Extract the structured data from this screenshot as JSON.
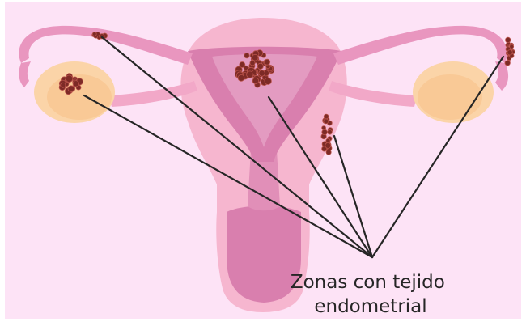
{
  "diagram": {
    "colors": {
      "background": "#fde3f6",
      "uterus_outer": "#f6b6cf",
      "uterus_inner": "#d97fae",
      "tube": "#e996bf",
      "ovary": "#fbd4a8",
      "lesion": "#7d2a26",
      "pointer_line": "#262626"
    },
    "label": {
      "line1": "Zonas con tejido",
      "line2": "endometrial"
    },
    "lesion_sites": [
      "left-tube",
      "left-ovary",
      "uterine-fundus",
      "uterine-wall-right",
      "right-fimbriae"
    ]
  }
}
